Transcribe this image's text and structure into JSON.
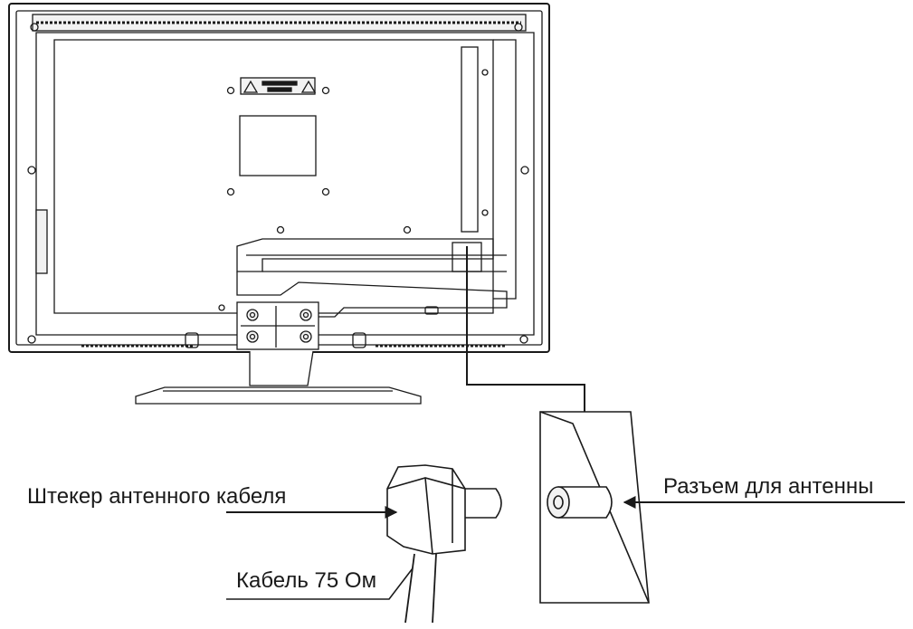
{
  "labels": {
    "plug": "Штекер антенного кабеля",
    "socket": "Разъем для антенны",
    "cable": "Кабель 75 Ом"
  },
  "colors": {
    "line": "#1a1a1a",
    "fill": "#ffffff",
    "shade": "#f2f2f2"
  }
}
